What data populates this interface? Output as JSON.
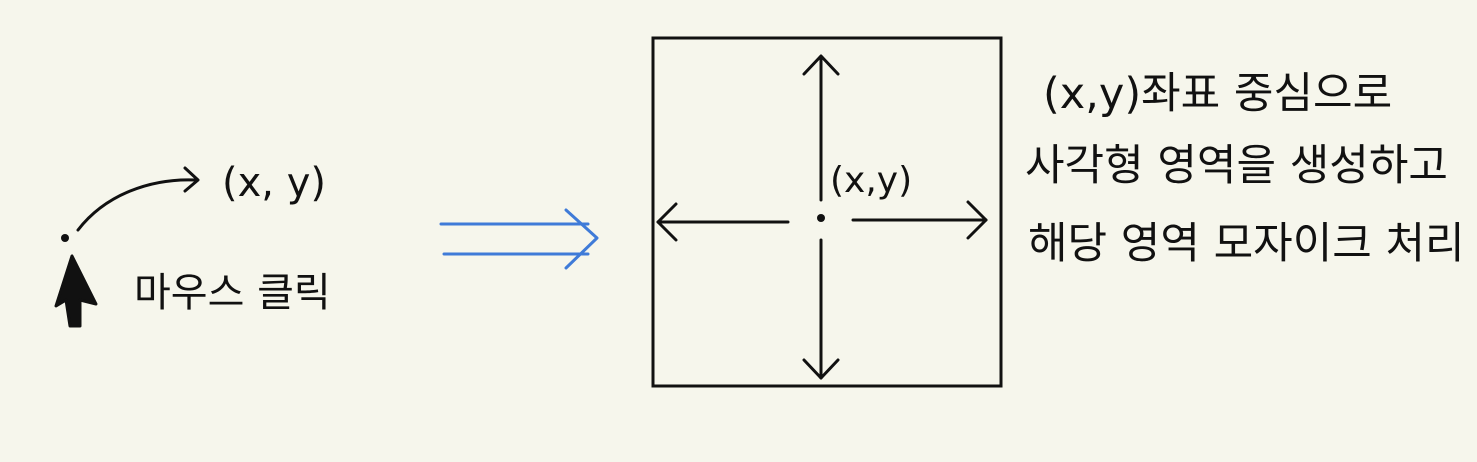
{
  "colors": {
    "background": "#f6f6ec",
    "ink": "#111111",
    "accent_arrow": "#3f7bd8"
  },
  "left": {
    "icon": "mouse-cursor-arrow-icon",
    "click_label": "마우스 클릭",
    "coord_label": "(x, y)"
  },
  "transition": {
    "icon": "double-arrow-right-icon"
  },
  "box": {
    "center_label": "(x,y)"
  },
  "description": {
    "lines": [
      "(x,y)좌표 중심으로",
      "사각형 영역을 생성하고",
      "해당 영역 모자이크 처리"
    ]
  }
}
